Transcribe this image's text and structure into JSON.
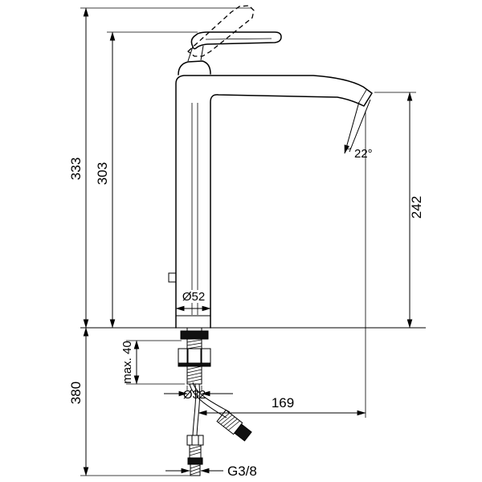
{
  "drawing": {
    "background": "#ffffff",
    "line_color": "#000000",
    "labels": {
      "d333": "333",
      "d303": "303",
      "d242": "242",
      "angle": "22°",
      "dia52": "Ø52",
      "d380": "380",
      "max40": "max. 40",
      "dia32": "Ø32",
      "d169": "169",
      "thread": "G3/8"
    }
  }
}
